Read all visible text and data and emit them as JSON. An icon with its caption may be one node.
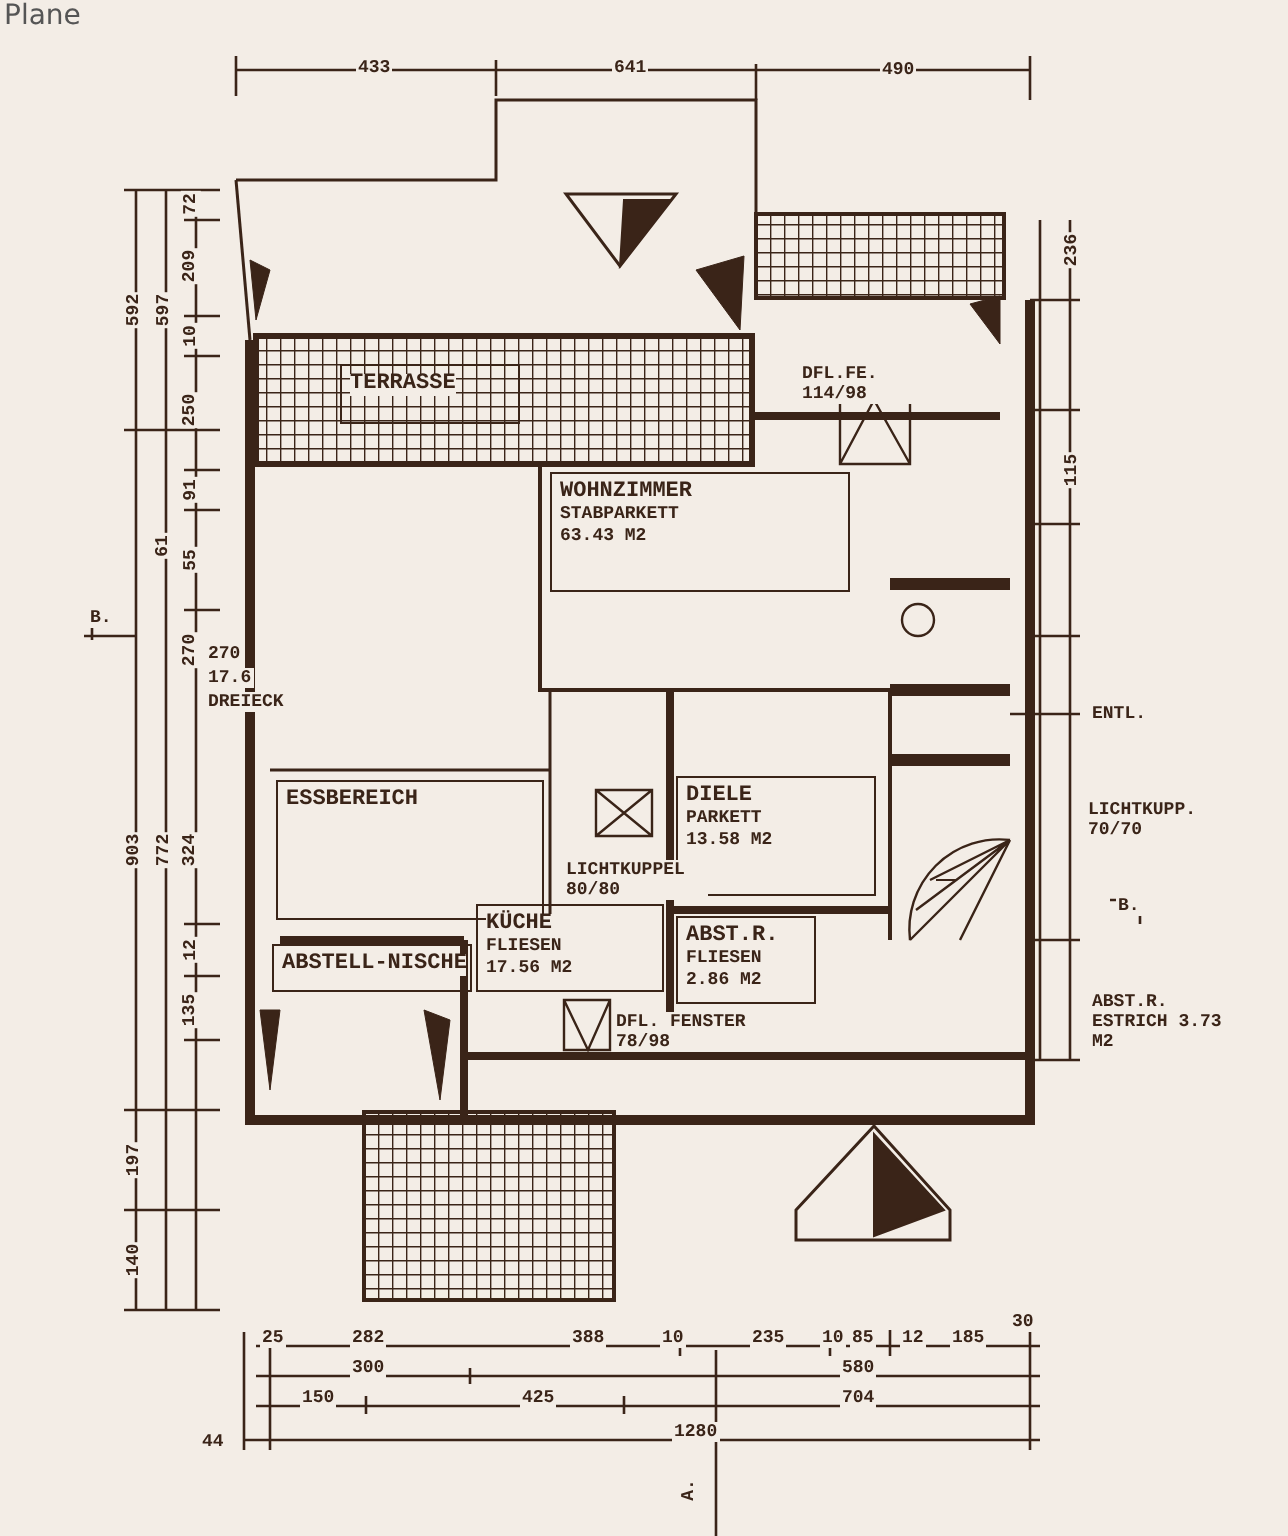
{
  "diagram": {
    "title": "Plane",
    "nodes": [
      {
        "text": [
          "TERRASSE"
        ]
      },
      {
        "text": [
          "WOHNZIMMER",
          "STABPARKETT",
          "63.43 M2"
        ]
      },
      {
        "text": [
          "ESSBEREICH"
        ]
      },
      {
        "text": [
          "DIELE",
          "PARKETT",
          "13.58 M2"
        ]
      },
      {
        "text": [
          "KÜCHE",
          "FLIESEN",
          "17.56 M2"
        ]
      },
      {
        "text": [
          "ABST.R.",
          "FLIESEN",
          "2.86 M2"
        ]
      },
      {
        "text": [
          "ABSTELL-NISCHE"
        ]
      }
    ],
    "labels": [
      "433",
      "641",
      "490",
      "592",
      "597",
      "72",
      "209",
      "10",
      "250",
      "91",
      "55",
      "61",
      "270",
      "903",
      "772",
      "324",
      "12",
      "135",
      "197",
      "140",
      "270",
      "17.6",
      "DREIECK",
      "B.",
      "236",
      "115",
      "DFL.FE. 114/98",
      "ENTL.",
      "LICHTKUPP. 70/70",
      "B.",
      "ABST.R. ESTRICH 3.73 M2",
      "LICHTKUPPEL 80/80",
      "DFL. FENSTER 78/98",
      "25",
      "282",
      "388",
      "10",
      "235",
      "10",
      "85",
      "12",
      "185",
      "30",
      "300",
      "580",
      "150",
      "425",
      "704",
      "44",
      "1280",
      "A."
    ]
  }
}
